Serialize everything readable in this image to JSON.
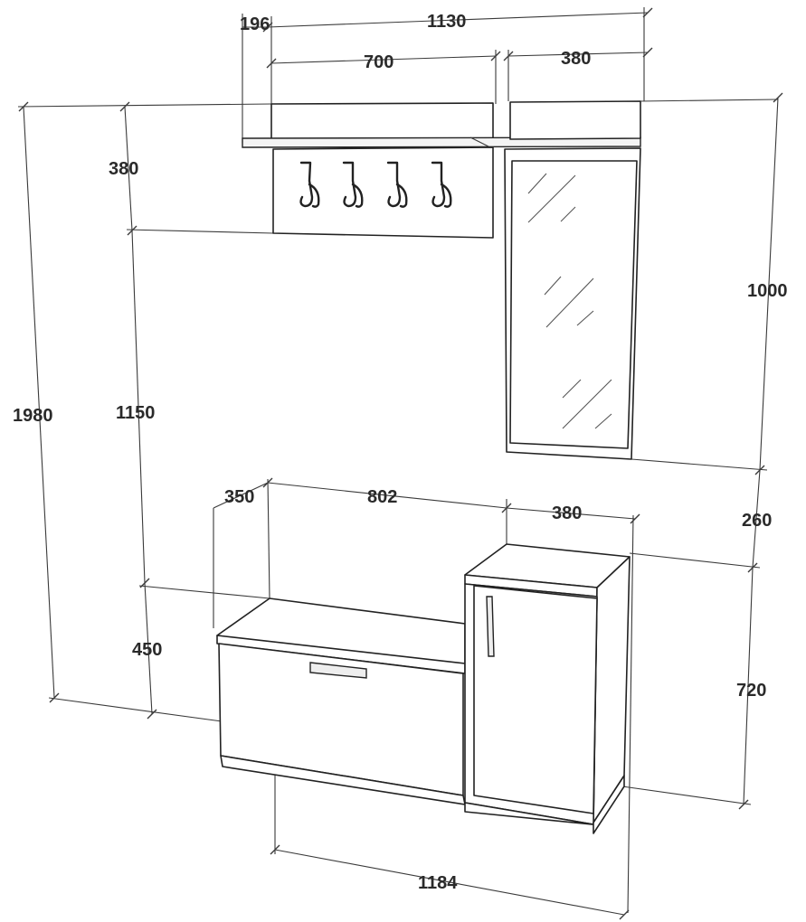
{
  "dimensions": {
    "shelf_depth": "196",
    "total_width_top": "1130",
    "coat_panel_width": "700",
    "mirror_width": "380",
    "coat_panel_height": "380",
    "total_height": "1980",
    "gap_to_bench": "1150",
    "mirror_height": "1000",
    "mirror_gap": "260",
    "bench_depth": "350",
    "bench_width": "802",
    "cabinet_width": "380",
    "bench_height": "450",
    "cabinet_height": "720",
    "total_width_bottom": "1184"
  },
  "colors": {
    "line": "#222222",
    "dimension": "#3a3a3a",
    "label": "#2a2a2a",
    "background": "#ffffff"
  }
}
